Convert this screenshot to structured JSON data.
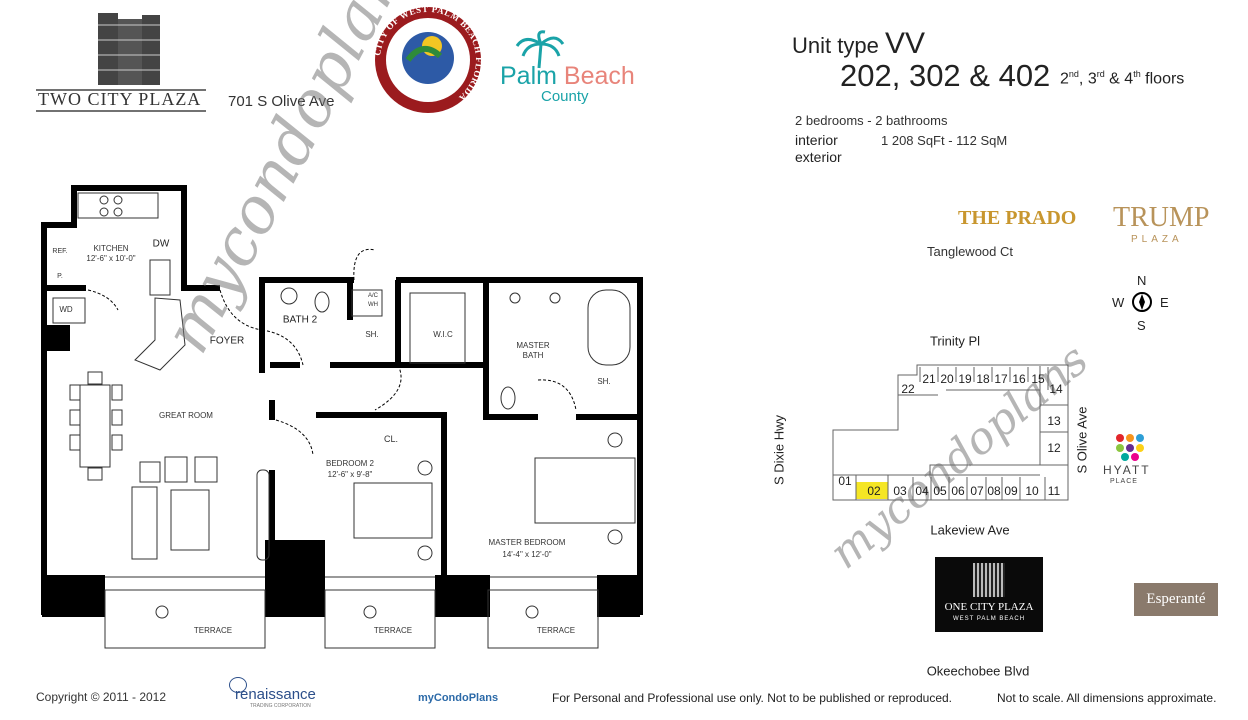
{
  "header": {
    "building_logo": "TWO CITY PLAZA",
    "address": "701 S Olive Ave",
    "city_seal": "CITY OF WEST PALM BEACH FLORIDA",
    "county_logo": {
      "line1": "Palm",
      "line2": "Beach",
      "line3": "County"
    }
  },
  "unit": {
    "type_label": "Unit type",
    "type": "VV",
    "numbers": "202, 302 & 402",
    "floors": {
      "f1": "2",
      "s1": "nd",
      "f2": ", 3",
      "s2": "rd",
      "f3": " & 4",
      "s3": "th",
      "tail": " floors"
    },
    "rooms": "2 bedrooms - 2 bathrooms",
    "interior_label": "interior",
    "interior_value": "1 208 SqFt - 112 SqM",
    "exterior_label": "exterior"
  },
  "floorplan": {
    "labels": {
      "kitchen": "KITCHEN",
      "kitchen_dim": "12'-6\" x 10'-0\"",
      "ref": "REF.",
      "pantry": "P.",
      "dw": "DW",
      "wd": "WD",
      "foyer": "FOYER",
      "bath2": "BATH 2",
      "ac": "A/C",
      "wh": "WH",
      "sh1": "SH.",
      "wic": "W.I.C",
      "master_bath_1": "MASTER",
      "master_bath_2": "BATH",
      "sh2": "SH.",
      "closet": "CL.",
      "great_room": "GREAT ROOM",
      "bedroom2": "BEDROOM 2",
      "bedroom2_dim": "12'-6\" x 9'-8\"",
      "master_bedroom": "MASTER BEDROOM",
      "master_bedroom_dim": "14'-4\" x 12'-0\"",
      "terraces": [
        "TERRACE",
        "TERRACE",
        "TERRACE"
      ]
    }
  },
  "site_map": {
    "streets": {
      "north": "Trinity Pl",
      "west": "S Dixie Hwy",
      "east": "S Olive Ave",
      "south": "Lakeview Ave",
      "far_south": "Okeechobee Blvd",
      "northwest": "Tanglewood Ct"
    },
    "units": [
      "22",
      "21",
      "20",
      "19",
      "18",
      "17",
      "16",
      "15",
      "14",
      "13",
      "12",
      "01",
      "02",
      "03",
      "04",
      "05",
      "06",
      "07",
      "08",
      "09",
      "10",
      "11"
    ],
    "highlighted_unit": "02",
    "highlight_color": "#f5e625",
    "compass": {
      "n": "N",
      "s": "S",
      "e": "E",
      "w": "W"
    },
    "neighbors": {
      "prado": "THE PRADO",
      "trump_1": "TRUMP",
      "trump_2": "PLAZA",
      "hyatt_1": "HYATT",
      "hyatt_2": "PLACE",
      "one_city_1": "ONE CITY PLAZA",
      "one_city_2": "WEST PALM BEACH",
      "esperante": "Esperanté"
    }
  },
  "watermark": "mycondoplans",
  "footer": {
    "copyright": "Copyright © 2011 - 2012",
    "renaissance_1": "renaissance",
    "renaissance_2": "TRADING CORPORATION",
    "mycondoplans": "myCondoPlans",
    "usage": "For Personal and Professional use only.  Not to be published or reproduced.",
    "scale": "Not to scale.  All dimensions approximate."
  },
  "colors": {
    "brand_teal": "#1aa3a8",
    "brand_salmon": "#e8847a",
    "seal_red": "#9b1b1e",
    "highlight": "#f5e625"
  }
}
